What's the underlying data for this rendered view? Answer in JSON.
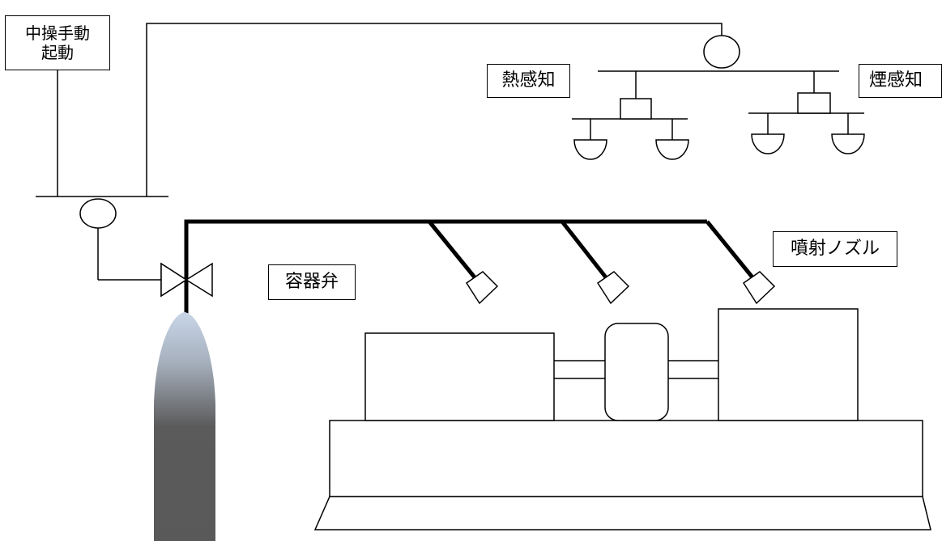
{
  "labels": {
    "manual_start_line1": "中操手動",
    "manual_start_line2": "起動",
    "heat_detector": "熱感知",
    "smoke_detector": "煙感知",
    "container_valve": "容器弁",
    "injection_nozzle": "噴射ノズル"
  },
  "colors": {
    "line": "#000000",
    "background": "#ffffff",
    "cylinder_top": "#c9d6e8",
    "cylinder_body": "#595959"
  }
}
